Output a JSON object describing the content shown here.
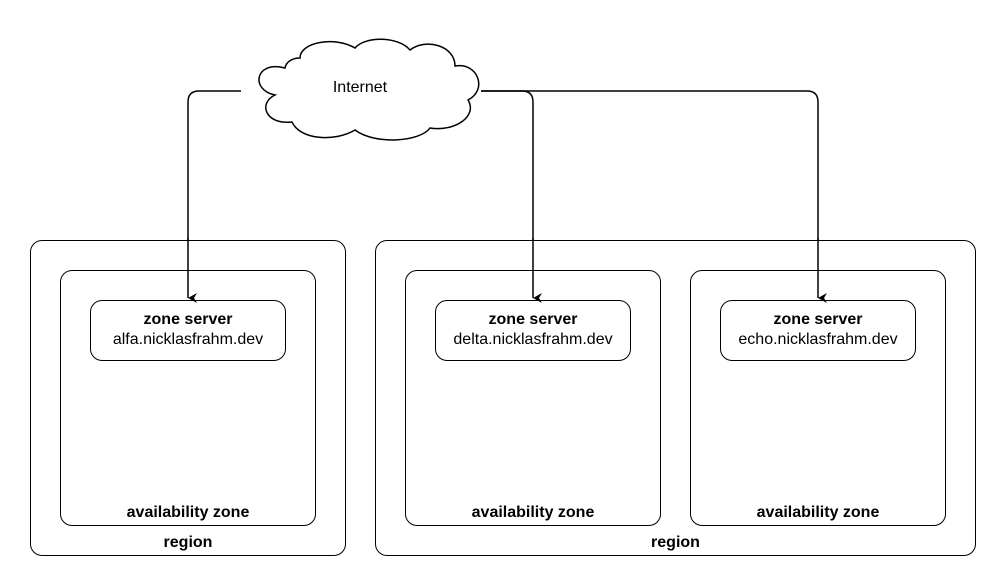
{
  "cloud": {
    "label": "Internet",
    "icon": "cloud-icon"
  },
  "regions": [
    {
      "label": "region",
      "zones": [
        {
          "label": "availability zone",
          "server": {
            "title": "zone server",
            "host": "alfa.nicklasfrahm.dev"
          }
        }
      ]
    },
    {
      "label": "region",
      "zones": [
        {
          "label": "availability zone",
          "server": {
            "title": "zone server",
            "host": "delta.nicklasfrahm.dev"
          }
        },
        {
          "label": "availability zone",
          "server": {
            "title": "zone server",
            "host": "echo.nicklasfrahm.dev"
          }
        }
      ]
    }
  ],
  "colors": {
    "stroke": "#000000",
    "background": "#ffffff"
  }
}
